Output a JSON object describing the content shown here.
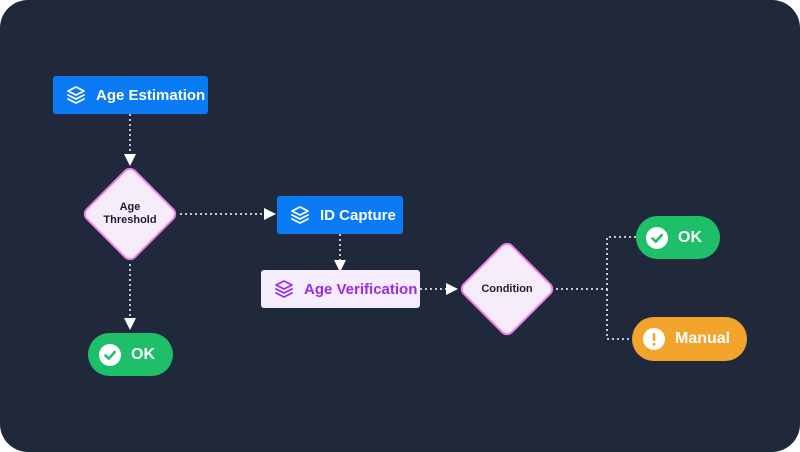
{
  "nodes": {
    "age_estimation": "Age Estimation",
    "age_threshold_line1": "Age",
    "age_threshold_line2": "Threshold",
    "id_capture": "ID Capture",
    "age_verification": "Age Verification",
    "condition": "Condition",
    "ok_left": "OK",
    "ok_right": "OK",
    "manual": "Manual"
  },
  "icons": {
    "process": "layers-icon",
    "success": "check-circle-icon",
    "warning": "exclamation-circle-icon"
  },
  "colors": {
    "background": "#20283b",
    "process_blue": "#0a7bf5",
    "process_purple_text": "#9a2de0",
    "process_purple_bg": "#f5ecfd",
    "decision_border": "#ee7ee3",
    "success_green": "#1fbf6a",
    "warning_orange": "#f2a42c"
  }
}
